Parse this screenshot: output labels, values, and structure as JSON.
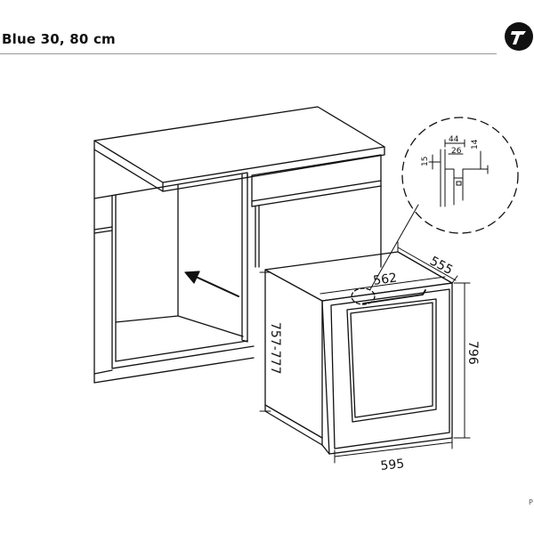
{
  "header": {
    "title": "Blue 30, 80 cm",
    "logo_icon": "brand-logo-icon"
  },
  "dimensions": {
    "top_depth": "555",
    "top_width": "562",
    "height_range": "757-777",
    "height": "796",
    "width": "595"
  },
  "detail": {
    "d44": "44",
    "d14": "14",
    "d15": "15",
    "d26": "26"
  },
  "footer": {
    "mark": "P"
  },
  "colors": {
    "line": "#111111",
    "rule": "#9a9a9a"
  }
}
